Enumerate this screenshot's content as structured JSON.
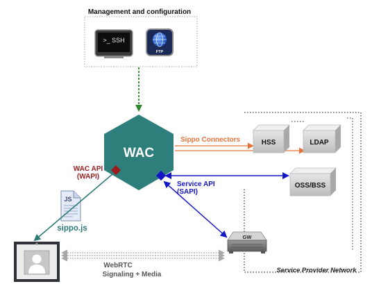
{
  "management": {
    "title": "Management and configuration"
  },
  "ssh_icon": {
    "text": ">_ SSH"
  },
  "ftp_icon": {
    "text": "FTP"
  },
  "wac": {
    "label": "WAC"
  },
  "sippo_connectors": {
    "label": "Sippo Connectors"
  },
  "wac_api": {
    "line1": "WAC API",
    "line2": "(WAPI)"
  },
  "service_api": {
    "line1": "Service API",
    "line2": "(SAPI)"
  },
  "js_file": {
    "icon_text": "JS",
    "label": "sippo.js"
  },
  "hss": {
    "label": "HSS"
  },
  "ldap": {
    "label": "LDAP"
  },
  "oss_bss": {
    "label": "OSS/BSS"
  },
  "gateway": {
    "label": "GW"
  },
  "webrtc": {
    "line1": "WebRTC",
    "line2": "Signaling + Media"
  },
  "service_provider_network": {
    "label": "Service Provider Network"
  },
  "colors": {
    "wac_fill": "#2e7f7c",
    "orange": "#e8743b",
    "blue": "#1515c8",
    "teal": "#2f7a78",
    "green": "#2e8b2e",
    "wapi_red": "#9b1c1c"
  }
}
